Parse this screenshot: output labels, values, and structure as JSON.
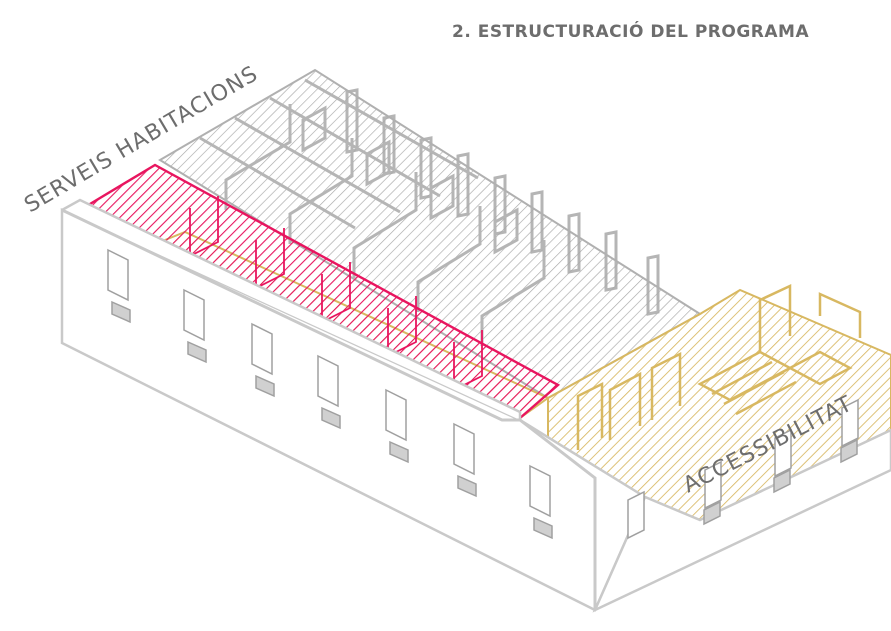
{
  "title": "2. ESTRUCTURACIÓ DEL PROGRAMA",
  "labels": {
    "serveis_habitacions": "SERVEIS HABITACIONS",
    "accessibilitat": "ACCESSIBILITAT"
  },
  "colors": {
    "serveis": "#e8155f",
    "circulation": "#d8b861",
    "rooms": "#9b9b9b",
    "walls": "#b5b5b5",
    "text": "#6d6d6d"
  }
}
